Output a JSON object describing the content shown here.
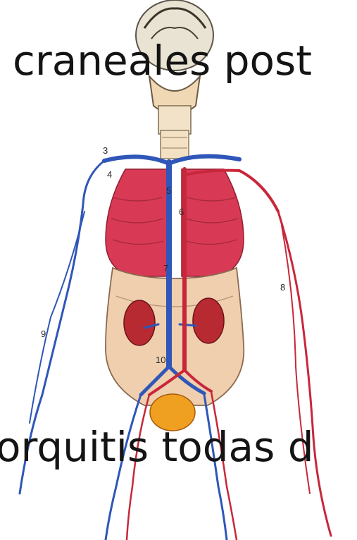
{
  "captions": {
    "top": "craneales post",
    "bottom": "orquitis todas d"
  },
  "labels": [
    "3",
    "4",
    "5",
    "6",
    "7",
    "8",
    "9",
    "10"
  ],
  "colors": {
    "vein": "#2f56b8",
    "artery": "#c8273a",
    "lung": "#d83a55",
    "skin": "#efcfae",
    "bone": "#f2e7cc",
    "kidney": "#b82a32",
    "bladder": "#f0a020"
  }
}
